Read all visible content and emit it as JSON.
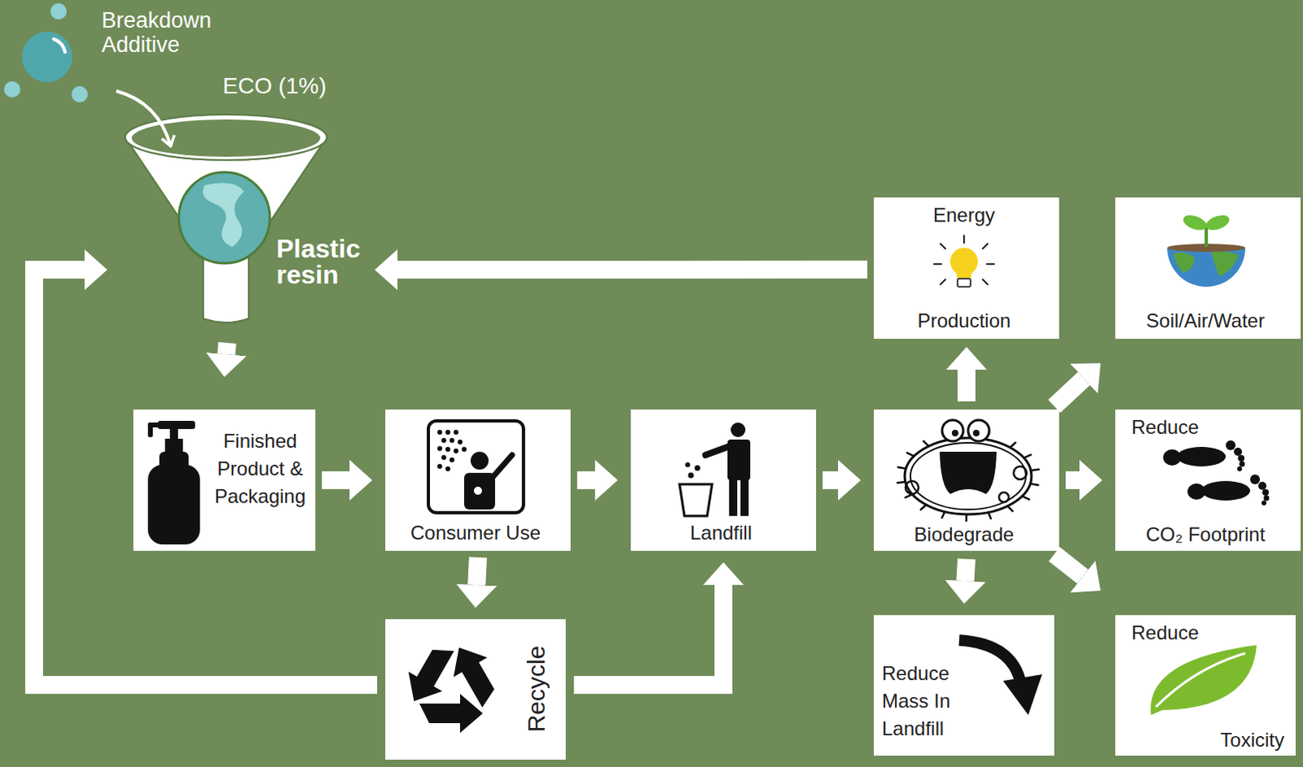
{
  "diagram": {
    "nodes": [
      {
        "text": [
          "Plastic resin"
        ]
      },
      {
        "text": [
          "Finished Product & Packaging"
        ]
      },
      {
        "text": [
          "Consumer Use"
        ]
      },
      {
        "text": [
          "Landfill"
        ]
      },
      {
        "text": [
          "Biodegrade"
        ]
      },
      {
        "text": [
          "Energy",
          "Production"
        ]
      },
      {
        "text": [
          "Soil/Air/Water"
        ]
      },
      {
        "text": [
          "Reduce",
          "CO₂ Footprint"
        ]
      },
      {
        "text": [
          "Reduce Mass In Landfill"
        ]
      },
      {
        "text": [
          "Reduce",
          "Toxicity"
        ]
      },
      {
        "text": [
          "Recycle"
        ]
      }
    ],
    "edges": [
      {
        "from": 0,
        "to": 1,
        "arrow": "to"
      },
      {
        "from": 1,
        "to": 2,
        "arrow": "to"
      },
      {
        "from": 2,
        "to": 3,
        "arrow": "to"
      },
      {
        "from": 3,
        "to": 4,
        "arrow": "to"
      },
      {
        "from": 4,
        "to": 5,
        "arrow": "to"
      },
      {
        "from": 4,
        "to": 6,
        "arrow": "to"
      },
      {
        "from": 4,
        "to": 7,
        "arrow": "to"
      },
      {
        "from": 4,
        "to": 8,
        "arrow": "to"
      },
      {
        "from": 4,
        "to": 9,
        "arrow": "to"
      },
      {
        "from": 2,
        "to": 10,
        "arrow": "to"
      },
      {
        "from": 10,
        "to": 3,
        "arrow": "to"
      },
      {
        "from": 10,
        "to": 0,
        "arrow": "to"
      },
      {
        "from": 5,
        "to": 0,
        "arrow": "to"
      }
    ],
    "labels": [
      "Breakdown Additive",
      "ECO (1%)"
    ]
  }
}
